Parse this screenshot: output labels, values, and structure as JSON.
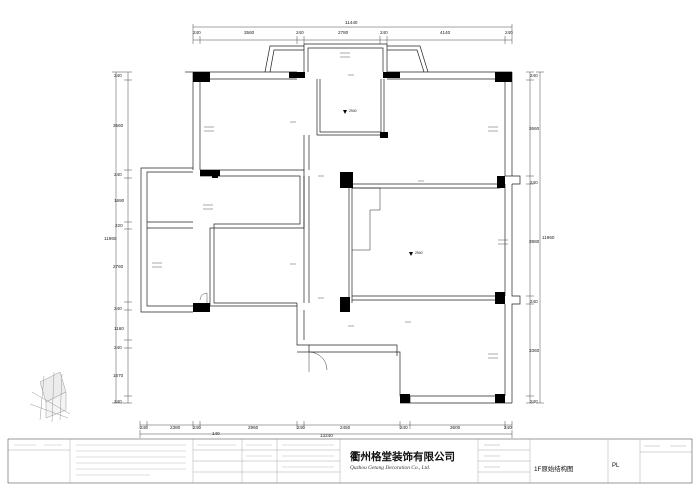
{
  "dimensions": {
    "overall_top": "11440",
    "top_row": [
      "240",
      "3560",
      "240",
      "2780",
      "240",
      "4140",
      "240"
    ],
    "overall_bottom": "13240",
    "bottom_row": [
      "240",
      "2380",
      "240",
      "2960",
      "240",
      "2450",
      "240",
      "3600",
      "240"
    ],
    "bottom_sub": "140",
    "overall_left": "11960",
    "left_col": [
      "240",
      "3560",
      "240",
      "1690",
      "220",
      "2760",
      "240",
      "1160",
      "240",
      "1670",
      "240"
    ],
    "overall_right": "11960",
    "right_col": [
      "240",
      "3660",
      "240",
      "3980",
      "240",
      "3360",
      "240"
    ]
  },
  "plan_labels": {
    "elevation_1": "2940",
    "elevation_2": "2940"
  },
  "title_block": {
    "company_name_cn": "衢州格堂装饰有限公司",
    "company_name_en": "Quzhou Getang Decoration Co., Ltd.",
    "drawing_title": "1F原始结构图",
    "drawing_code": "PL"
  }
}
